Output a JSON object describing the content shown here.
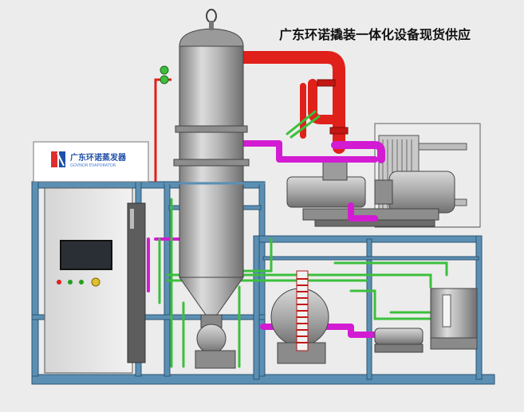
{
  "headline": "广东环诺撬装一体化设备现货供应",
  "brand": {
    "name": "广东环诺蒸发器",
    "sub": "GOVNOR EVAPORATOR"
  },
  "colors": {
    "background": "#ececec",
    "frame": "#5b8fb4",
    "steam_pipe": "#e0201a",
    "green_pipe": "#3cbf3c",
    "magenta_pipe": "#d21bd2",
    "vessel": "#a9a9a9",
    "brand_blue": "#1f4fa8"
  },
  "icons": [
    "logo-icon",
    "indicator-lamp-icon"
  ]
}
